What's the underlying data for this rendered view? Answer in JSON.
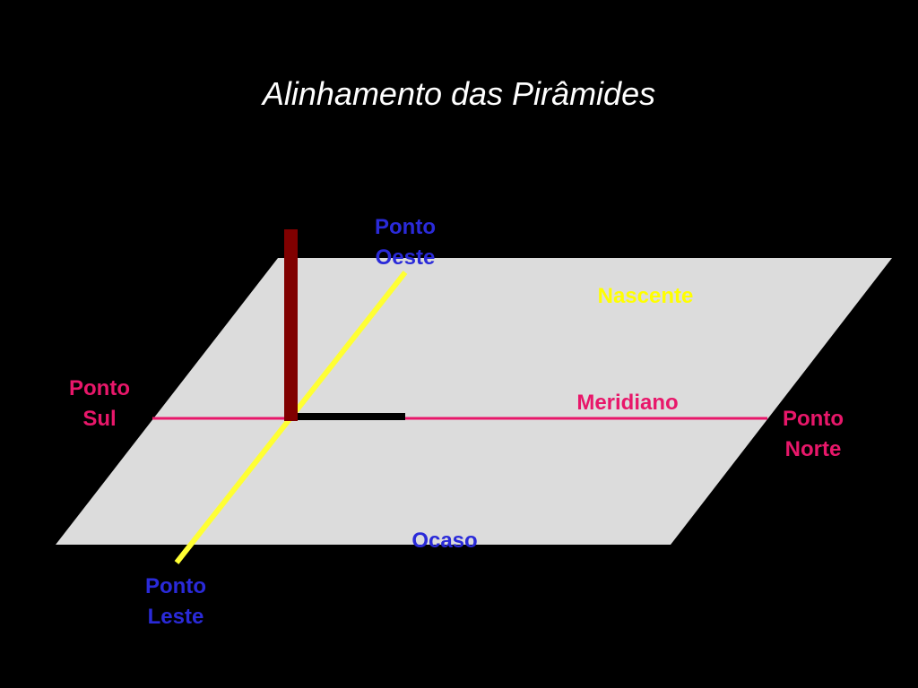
{
  "title": "Alinhamento das Pirâmides",
  "labels": {
    "ponto_oeste": [
      "Ponto",
      "Oeste"
    ],
    "ponto_sul": [
      "Ponto",
      "Sul"
    ],
    "ponto_norte": [
      "Ponto",
      "Norte"
    ],
    "ponto_leste": [
      "Ponto",
      "Leste"
    ],
    "nascente": "Nascente",
    "meridiano": "Meridiano",
    "ocaso": "Ocaso"
  },
  "colors": {
    "background": "#000000",
    "plane": "#dcdcdc",
    "meridian": "#e8176a",
    "east_west_line": "#ffff33",
    "gnomon": "#800000",
    "shadow": "#000000",
    "blue_text": "#2a2ad9",
    "yellow_text": "#ffff00",
    "pink_text": "#e8176a",
    "title_text": "#ffffff"
  }
}
